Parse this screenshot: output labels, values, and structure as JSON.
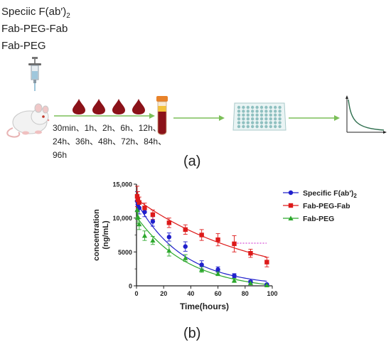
{
  "agents": [
    {
      "main": "Speciic F(ab′",
      "suffix": ")",
      "sub": "2"
    },
    {
      "main": "Fab-PEG-Fab"
    },
    {
      "main": "Fab-PEG"
    }
  ],
  "timepoints": {
    "line1": "30min、1h、2h、6h、12h、",
    "line2": "24h、36h、48h、72h、84h、",
    "line3": "96h"
  },
  "panel_a_label": "(a)",
  "panel_b_label": "(b)",
  "colors": {
    "blood": "#8b1219",
    "arrow": "#7bbf58",
    "plate": "#b9dada",
    "specific": "#2020cc",
    "fabpegfab": "#dd1a1a",
    "fabpeg": "#2ca82c",
    "reference": "#cc22cc"
  },
  "icons": [
    "syringe-icon",
    "rat-icon",
    "blood-drop-icon",
    "blood-tube-icon",
    "well-plate-icon",
    "decay-curve-icon"
  ],
  "chart_data": {
    "type": "scatter",
    "xlabel": "Time(hours)",
    "ylabel": "concentration\n(ng/mL)",
    "xlim": [
      0,
      100
    ],
    "ylim": [
      0,
      15000
    ],
    "xticks": [
      0,
      20,
      40,
      60,
      80,
      100
    ],
    "yticks": [
      0,
      5000,
      10000,
      15000
    ],
    "ytick_labels": [
      "0",
      "5000",
      "10,000",
      "15,000"
    ],
    "grid": false,
    "legend_position": "right",
    "reference_line": {
      "y": 6300,
      "x_start": 72,
      "x_end": 100
    },
    "series": [
      {
        "name": "Specific F(ab')",
        "name_sub": "2",
        "color_key": "specific",
        "marker": "circle",
        "x": [
          0.5,
          1,
          2,
          6,
          12,
          24,
          36,
          48,
          60,
          72,
          84,
          96
        ],
        "y": [
          12500,
          12000,
          11500,
          10900,
          9500,
          7200,
          5800,
          3100,
          2400,
          1500,
          600,
          200
        ],
        "err": [
          1400,
          1000,
          900,
          700,
          700,
          600,
          700,
          600,
          400,
          300,
          200,
          100
        ],
        "fit": {
          "A": 12500,
          "k": 0.029,
          "c": -100
        }
      },
      {
        "name": "Fab-PEG-Fab",
        "color_key": "fabpegfab",
        "marker": "square",
        "x": [
          0.5,
          1,
          2,
          6,
          12,
          24,
          36,
          48,
          60,
          72,
          84,
          96
        ],
        "y": [
          13200,
          12700,
          12300,
          11500,
          10500,
          9300,
          8300,
          7500,
          6800,
          6200,
          4800,
          3500
        ],
        "err": [
          1500,
          1200,
          800,
          700,
          700,
          700,
          700,
          800,
          900,
          1200,
          600,
          700
        ],
        "fit": {
          "A": 12800,
          "k": 0.0115,
          "c": 0
        }
      },
      {
        "name": "Fab-PEG",
        "color_key": "fabpeg",
        "marker": "triangle",
        "x": [
          0.5,
          1,
          2,
          6,
          12,
          24,
          36,
          48,
          60,
          72,
          84,
          96
        ],
        "y": [
          11200,
          10200,
          9100,
          7400,
          6700,
          5200,
          4100,
          2400,
          1800,
          800,
          400,
          100
        ],
        "err": [
          1400,
          1000,
          800,
          700,
          600,
          800,
          500,
          400,
          300,
          300,
          200,
          100
        ],
        "fit": {
          "A": 10900,
          "k": 0.026,
          "c": -700
        }
      }
    ]
  }
}
